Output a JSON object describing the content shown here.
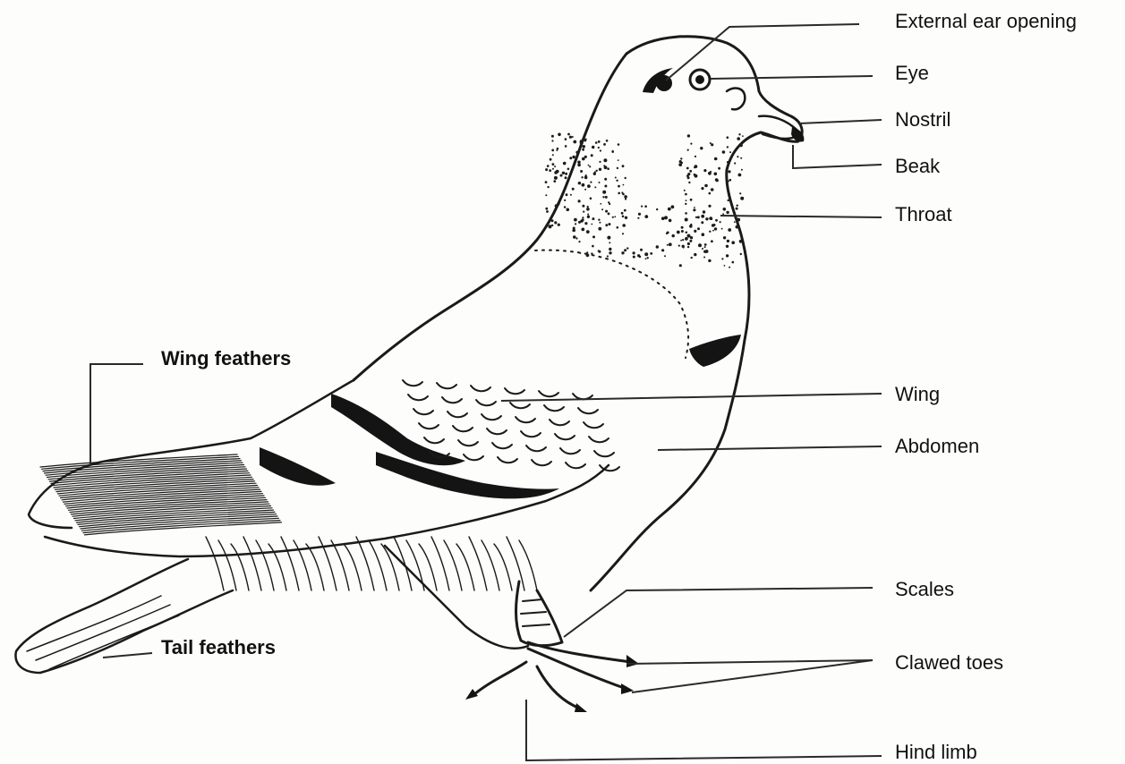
{
  "labels": {
    "ear": "External ear opening",
    "eye": "Eye",
    "nostril": "Nostril",
    "beak": "Beak",
    "throat": "Throat",
    "wing_feathers": "Wing feathers",
    "wing": "Wing",
    "abdomen": "Abdomen",
    "scales": "Scales",
    "clawed_toes": "Clawed toes",
    "tail_feathers": "Tail feathers",
    "hind_limb": "Hind limb"
  }
}
